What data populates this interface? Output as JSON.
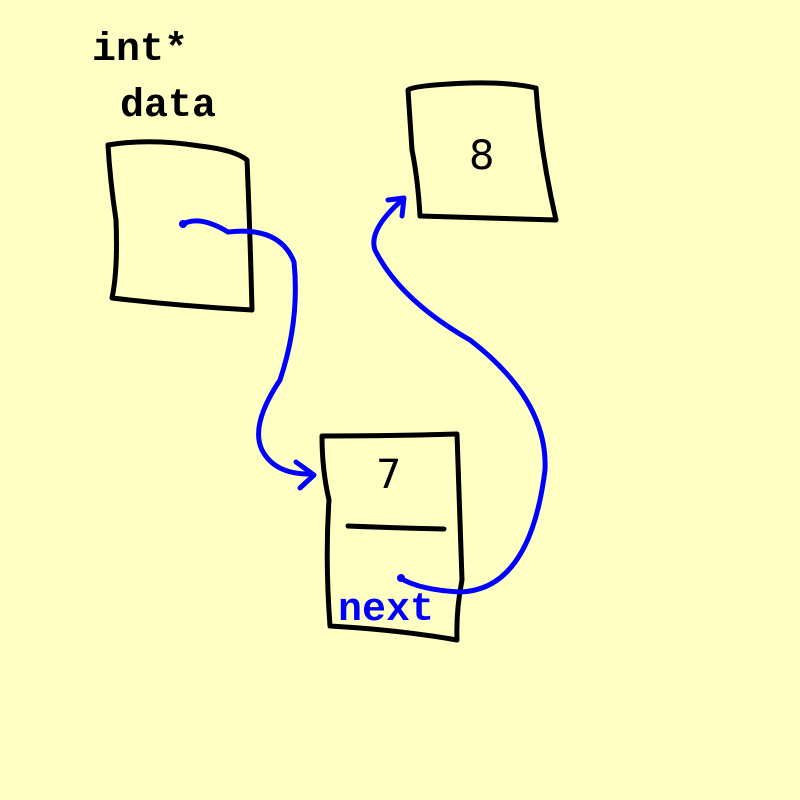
{
  "diagram": {
    "background": "#ffffc4",
    "stroke_color": "#000000",
    "pointer_color": "#0000ff",
    "pointer_var": {
      "type": "int*",
      "name": "data"
    },
    "nodes": [
      {
        "id": "node-7",
        "value": "7",
        "field_label": "next"
      },
      {
        "id": "node-8",
        "value": "8"
      }
    ],
    "edges": [
      {
        "from": "data",
        "to": "node-7"
      },
      {
        "from": "node-7.next",
        "to": "node-8"
      }
    ]
  }
}
